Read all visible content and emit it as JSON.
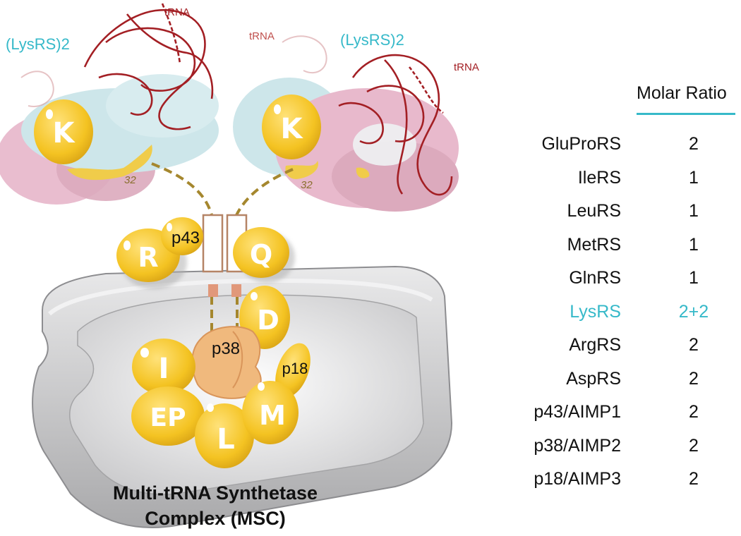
{
  "labels": {
    "lysrs_left": "(LysRS)2",
    "lysrs_right": "(LysRS)2",
    "trna_left": "tRNA",
    "trna_right_top": "tRNA",
    "trna_right": "tRNA",
    "num_left": "32",
    "num_right": "32",
    "k_left": "K",
    "k_right": "K",
    "r": "R",
    "p43": "p43",
    "q": "Q",
    "d": "D",
    "p38": "p38",
    "p18": "p18",
    "i": "I",
    "ep": "EP",
    "l": "L",
    "m": "M",
    "msc_line1": "Multi-tRNA Synthetase",
    "msc_line2": "Complex (MSC)"
  },
  "table": {
    "header": "Molar Ratio",
    "rows": [
      {
        "name": "GluProRS",
        "ratio": "2"
      },
      {
        "name": "IleRS",
        "ratio": "1"
      },
      {
        "name": "LeuRS",
        "ratio": "1"
      },
      {
        "name": "MetRS",
        "ratio": "1"
      },
      {
        "name": "GlnRS",
        "ratio": "1"
      },
      {
        "name": "LysRS",
        "ratio": "2+2",
        "highlight": true
      },
      {
        "name": "ArgRS",
        "ratio": "2"
      },
      {
        "name": "AspRS",
        "ratio": "2"
      },
      {
        "name": "p43/AIMP1",
        "ratio": "2"
      },
      {
        "name": "p38/AIMP2",
        "ratio": "2"
      },
      {
        "name": "p18/AIMP3",
        "ratio": "2"
      }
    ]
  },
  "colors": {
    "accent": "#36b9c9",
    "trna": "#a31f24",
    "synthetase_yellow": "#f5c72a",
    "p38_orange": "#f0b97d",
    "surface_pink": "#e8b9cc",
    "surface_blue": "#cde6ea",
    "scaffold_gray": "#bdbdbf"
  }
}
